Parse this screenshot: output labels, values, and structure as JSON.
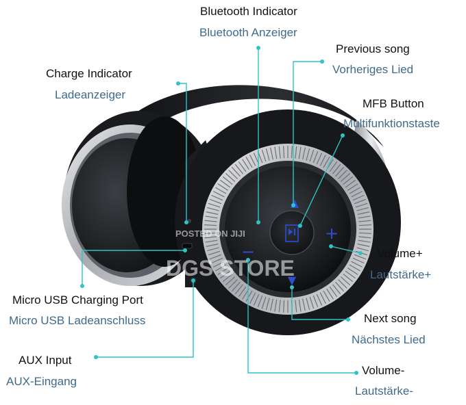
{
  "colors": {
    "leader": "#2ec4c4",
    "label_en": "#111111",
    "label_de": "#3f6a8a",
    "button_blue": "#2a4fd0"
  },
  "labels": {
    "bluetooth": {
      "en": "Bluetooth Indicator",
      "de": "Bluetooth Anzeiger"
    },
    "previous": {
      "en": "Previous song",
      "de": "Vorheriges Lied"
    },
    "charge": {
      "en": "Charge Indicator",
      "de": "Ladeanzeiger"
    },
    "mfb": {
      "en": "MFB Button",
      "de": "Multifunktionstaste"
    },
    "volume_plus": {
      "en": "Volume+",
      "de": "Lautstärke+"
    },
    "usb": {
      "en": "Micro USB Charging Port",
      "de": "Micro USB Ladeanschluss"
    },
    "next": {
      "en": "Next song",
      "de": "Nächstes Lied"
    },
    "aux": {
      "en": "AUX Input",
      "de": "AUX-Eingang"
    },
    "volume_minus": {
      "en": "Volume-",
      "de": "Lautstärke-"
    }
  },
  "buttons": {
    "plus_symbol": "+",
    "minus_symbol": "−",
    "up_symbol": "▲",
    "down_symbol": "▼"
  },
  "watermark": {
    "line1": "POSTED ON JIJI",
    "line2": "DGS STORE"
  }
}
